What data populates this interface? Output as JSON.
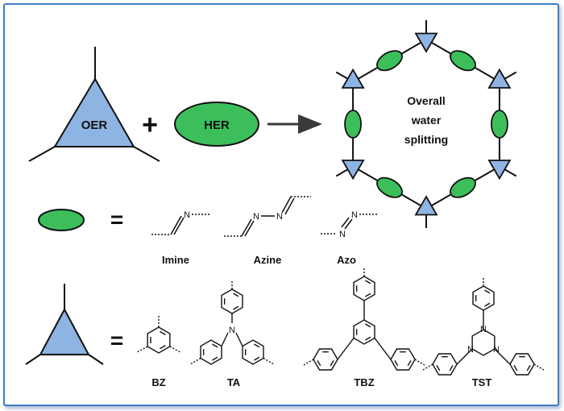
{
  "colors": {
    "triangle": "#8eb4e3",
    "ellipse": "#3cbf5a",
    "frame": "#3f7fc4"
  },
  "top": {
    "triangle_label": "OER",
    "plus": "+",
    "ellipse_label": "HER",
    "ring_label": [
      "Overall",
      "water",
      "splitting"
    ]
  },
  "linkage_row": {
    "equals": "=",
    "items": [
      {
        "name": "Imine",
        "atoms": [
          "N"
        ]
      },
      {
        "name": "Azine",
        "atoms": [
          "N",
          "N"
        ]
      },
      {
        "name": "Azo",
        "atoms": [
          "N",
          "N"
        ]
      }
    ]
  },
  "node_row": {
    "equals": "=",
    "items": [
      {
        "name": "BZ"
      },
      {
        "name": "TA",
        "atoms": [
          "N"
        ]
      },
      {
        "name": "TBZ"
      },
      {
        "name": "TST",
        "atoms": [
          "N",
          "N",
          "N"
        ]
      }
    ]
  }
}
